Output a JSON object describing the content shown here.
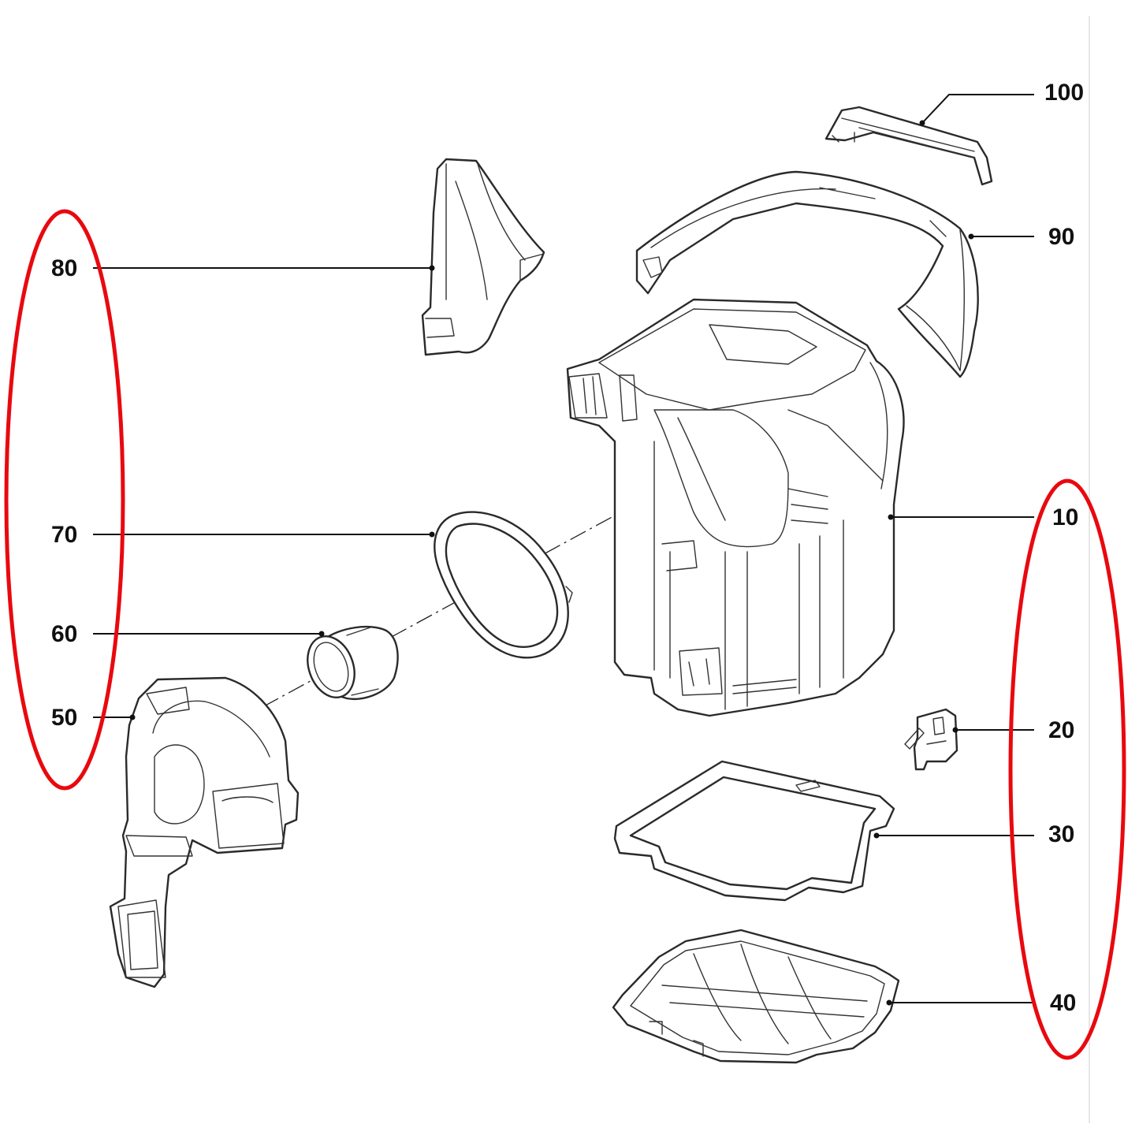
{
  "diagram": {
    "callouts": [
      {
        "id": "100",
        "label": "100"
      },
      {
        "id": "90",
        "label": "90"
      },
      {
        "id": "80",
        "label": "80"
      },
      {
        "id": "70",
        "label": "70"
      },
      {
        "id": "60",
        "label": "60"
      },
      {
        "id": "50",
        "label": "50"
      },
      {
        "id": "10",
        "label": "10"
      },
      {
        "id": "20",
        "label": "20"
      },
      {
        "id": "30",
        "label": "30"
      },
      {
        "id": "40",
        "label": "40"
      }
    ],
    "highlight_color": "#e8090f",
    "line_color": "#111111"
  }
}
